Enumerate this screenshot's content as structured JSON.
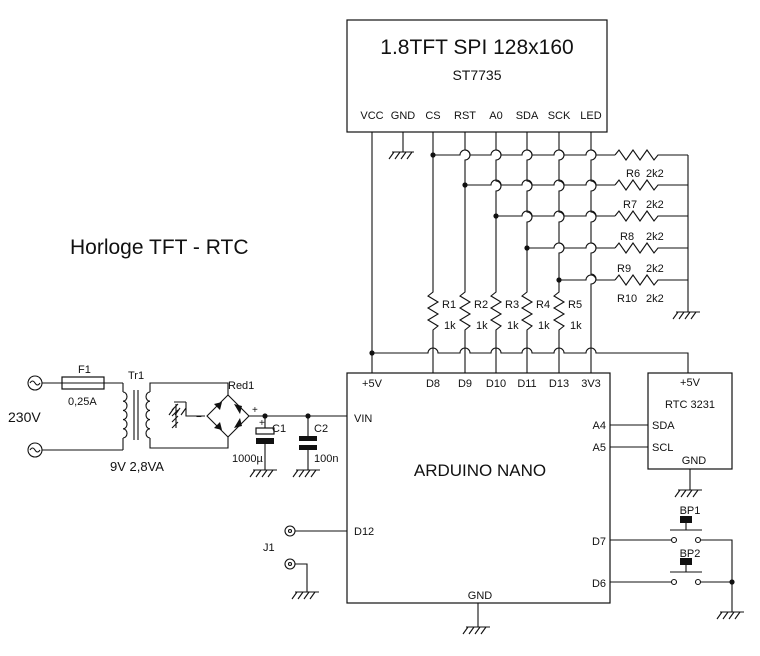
{
  "title": "Horloge TFT - RTC",
  "tft": {
    "line1": "1.8TFT  SPI  128x160",
    "line2": "ST7735",
    "pins": [
      "VCC",
      "GND",
      "CS",
      "RST",
      "A0",
      "SDA",
      "SCK",
      "LED"
    ]
  },
  "arduino": {
    "name": "ARDUINO NANO",
    "top_pins": [
      "+5V",
      "D8",
      "D9",
      "D10",
      "D11",
      "D13",
      "3V3"
    ],
    "vin": "VIN",
    "d12": "D12",
    "a4": "A4",
    "a5": "A5",
    "d7": "D7",
    "d6": "D6",
    "gnd": "GND"
  },
  "rtc": {
    "name": "RTC 3231",
    "vcc": "+5V",
    "sda": "SDA",
    "scl": "SCL",
    "gnd": "GND"
  },
  "resistors_pullup": [
    {
      "ref": "R1",
      "value": "1k"
    },
    {
      "ref": "R2",
      "value": "1k"
    },
    {
      "ref": "R3",
      "value": "1k"
    },
    {
      "ref": "R4",
      "value": "1k"
    },
    {
      "ref": "R5",
      "value": "1k"
    }
  ],
  "resistors_series": [
    {
      "ref": "R6",
      "value": "2k2"
    },
    {
      "ref": "R7",
      "value": "2k2"
    },
    {
      "ref": "R8",
      "value": "2k2"
    },
    {
      "ref": "R9",
      "value": "2k2"
    },
    {
      "ref": "R10",
      "value": "2k2"
    }
  ],
  "power": {
    "mains": "230V",
    "fuse_ref": "F1",
    "fuse_value": "0,25A",
    "transformer_ref": "Tr1",
    "transformer_value": "9V 2,8VA",
    "bridge_ref": "Red1",
    "c1_ref": "C1",
    "c1_value": "1000µ",
    "c2_ref": "C2",
    "c2_value": "100n"
  },
  "buttons": {
    "bp1": "BP1",
    "bp2": "BP2"
  },
  "jack": "J1"
}
